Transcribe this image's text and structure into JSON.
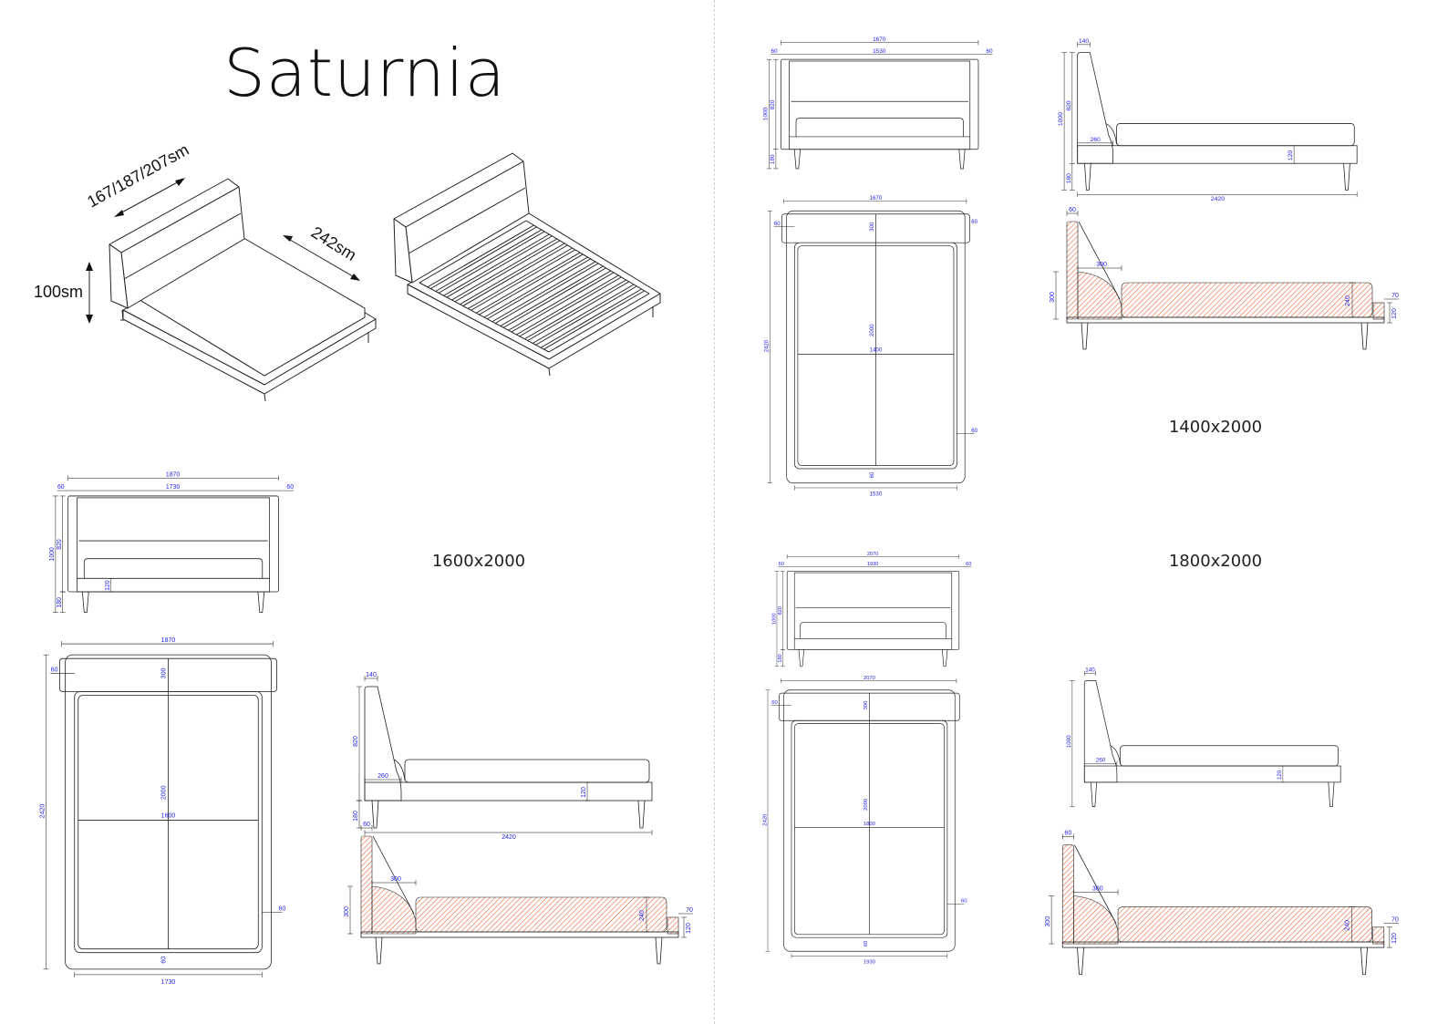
{
  "title": "Saturnia",
  "iso": {
    "width_label": "167/187/207sm",
    "length_label": "242sm",
    "height_label": "100sm"
  },
  "sets": [
    {
      "size_label": "1600x2000",
      "front": {
        "overall": "1870",
        "side_left": "60",
        "inner": "1730",
        "side_right": "60",
        "height": "1000",
        "headboard": "820",
        "leg": "180",
        "base": "120"
      },
      "plan": {
        "overall": "1870",
        "head_60": "60",
        "head_depth": "300",
        "length": "2420",
        "mattress_length": "2000",
        "mattress_width": "1600",
        "side_60": "60",
        "bottom_60": "60",
        "inner_width": "1730"
      },
      "side": {
        "top": "140",
        "headboard": "820",
        "depth": "260",
        "base": "120",
        "leg": "180",
        "length": "2420"
      },
      "section": {
        "top": "60",
        "pillow_depth": "300",
        "pillow_height": "300",
        "mattress": "240",
        "foot": "70",
        "base": "120"
      }
    },
    {
      "size_label": "1400x2000",
      "front": {
        "overall": "1670",
        "side_left": "60",
        "inner": "1530",
        "side_right": "60",
        "height": "1000",
        "headboard": "820",
        "leg": "180"
      },
      "plan": {
        "overall": "1670",
        "head_60": "60",
        "head_depth": "300",
        "right_60": "60",
        "length": "2420",
        "mattress_length": "2000",
        "mattress_width": "1400",
        "side_60": "60",
        "bottom_60": "60",
        "inner_width": "1530"
      },
      "side": {
        "top": "140",
        "height": "1000",
        "headboard": "820",
        "depth": "260",
        "base": "120",
        "leg": "180",
        "length": "2420"
      },
      "section": {
        "top": "60",
        "pillow_depth": "300",
        "pillow_height": "300",
        "mattress": "240",
        "foot": "70",
        "base": "120"
      }
    },
    {
      "size_label": "1800x2000",
      "front": {
        "overall": "2070",
        "side_left": "60",
        "inner": "1930",
        "side_right": "60",
        "height": "1000",
        "headboard": "820",
        "leg": "180"
      },
      "plan": {
        "overall": "2070",
        "head_60": "60",
        "head_depth": "300",
        "length": "2420",
        "mattress_length": "2000",
        "mattress_width": "1800",
        "side_60": "60",
        "bottom_60": "60",
        "inner_width": "1930"
      },
      "side": {
        "top": "140",
        "height": "1000",
        "depth": "260",
        "base": "120"
      },
      "section": {
        "top": "60",
        "pillow_depth": "300",
        "pillow_height": "300",
        "mattress": "240",
        "foot": "70",
        "base": "120"
      }
    }
  ],
  "colors": {
    "dimension": "#2222ee",
    "hatch": "#e8663a",
    "line": "#222222"
  }
}
